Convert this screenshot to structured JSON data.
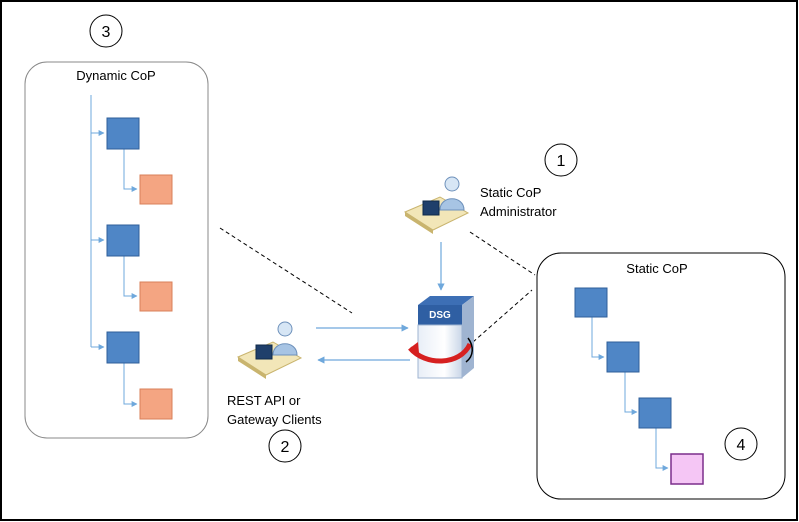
{
  "labels": {
    "dynamic_cop": "Dynamic CoP",
    "static_cop": "Static CoP",
    "admin_line1": "Static CoP",
    "admin_line2": "Administrator",
    "clients_line1": "REST API or",
    "clients_line2": "Gateway Clients",
    "dsg": "DSG"
  },
  "badges": {
    "one": "1",
    "two": "2",
    "three": "3",
    "four": "4"
  },
  "colors": {
    "node_blue": "#4f86c6",
    "node_orange": "#f4a582",
    "node_pink": "#f5c6f5",
    "connector": "#6fa8dc"
  }
}
